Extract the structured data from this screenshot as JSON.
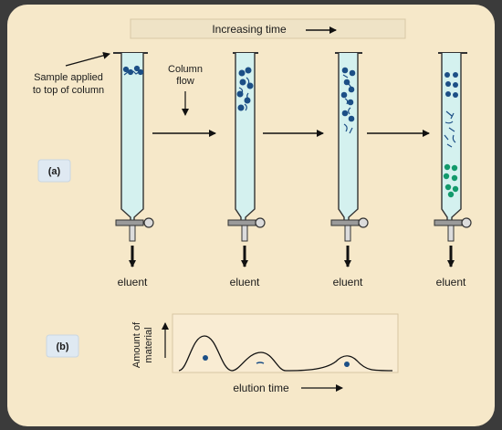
{
  "header": {
    "title": "Increasing time"
  },
  "labels": {
    "sample_line1": "Sample applied",
    "sample_line2": "to top of column",
    "flow_line1": "Column",
    "flow_line2": "flow",
    "panel_a": "(a)",
    "panel_b": "(b)",
    "eluent": "eluent",
    "y_axis_line1": "Amount of",
    "y_axis_line2": "material",
    "x_axis": "elution time"
  },
  "colors": {
    "background": "#3b3b3b",
    "panel": "#f6e8c9",
    "header_box": "#efe3c6",
    "column_fill": "#d4f1ef",
    "column_outline": "#333333",
    "blue_molecule": "#1c4f86",
    "green_molecule": "#129a6c",
    "label_box": "#dfe9f2",
    "chromatogram_box": "#f9ecd3"
  }
}
